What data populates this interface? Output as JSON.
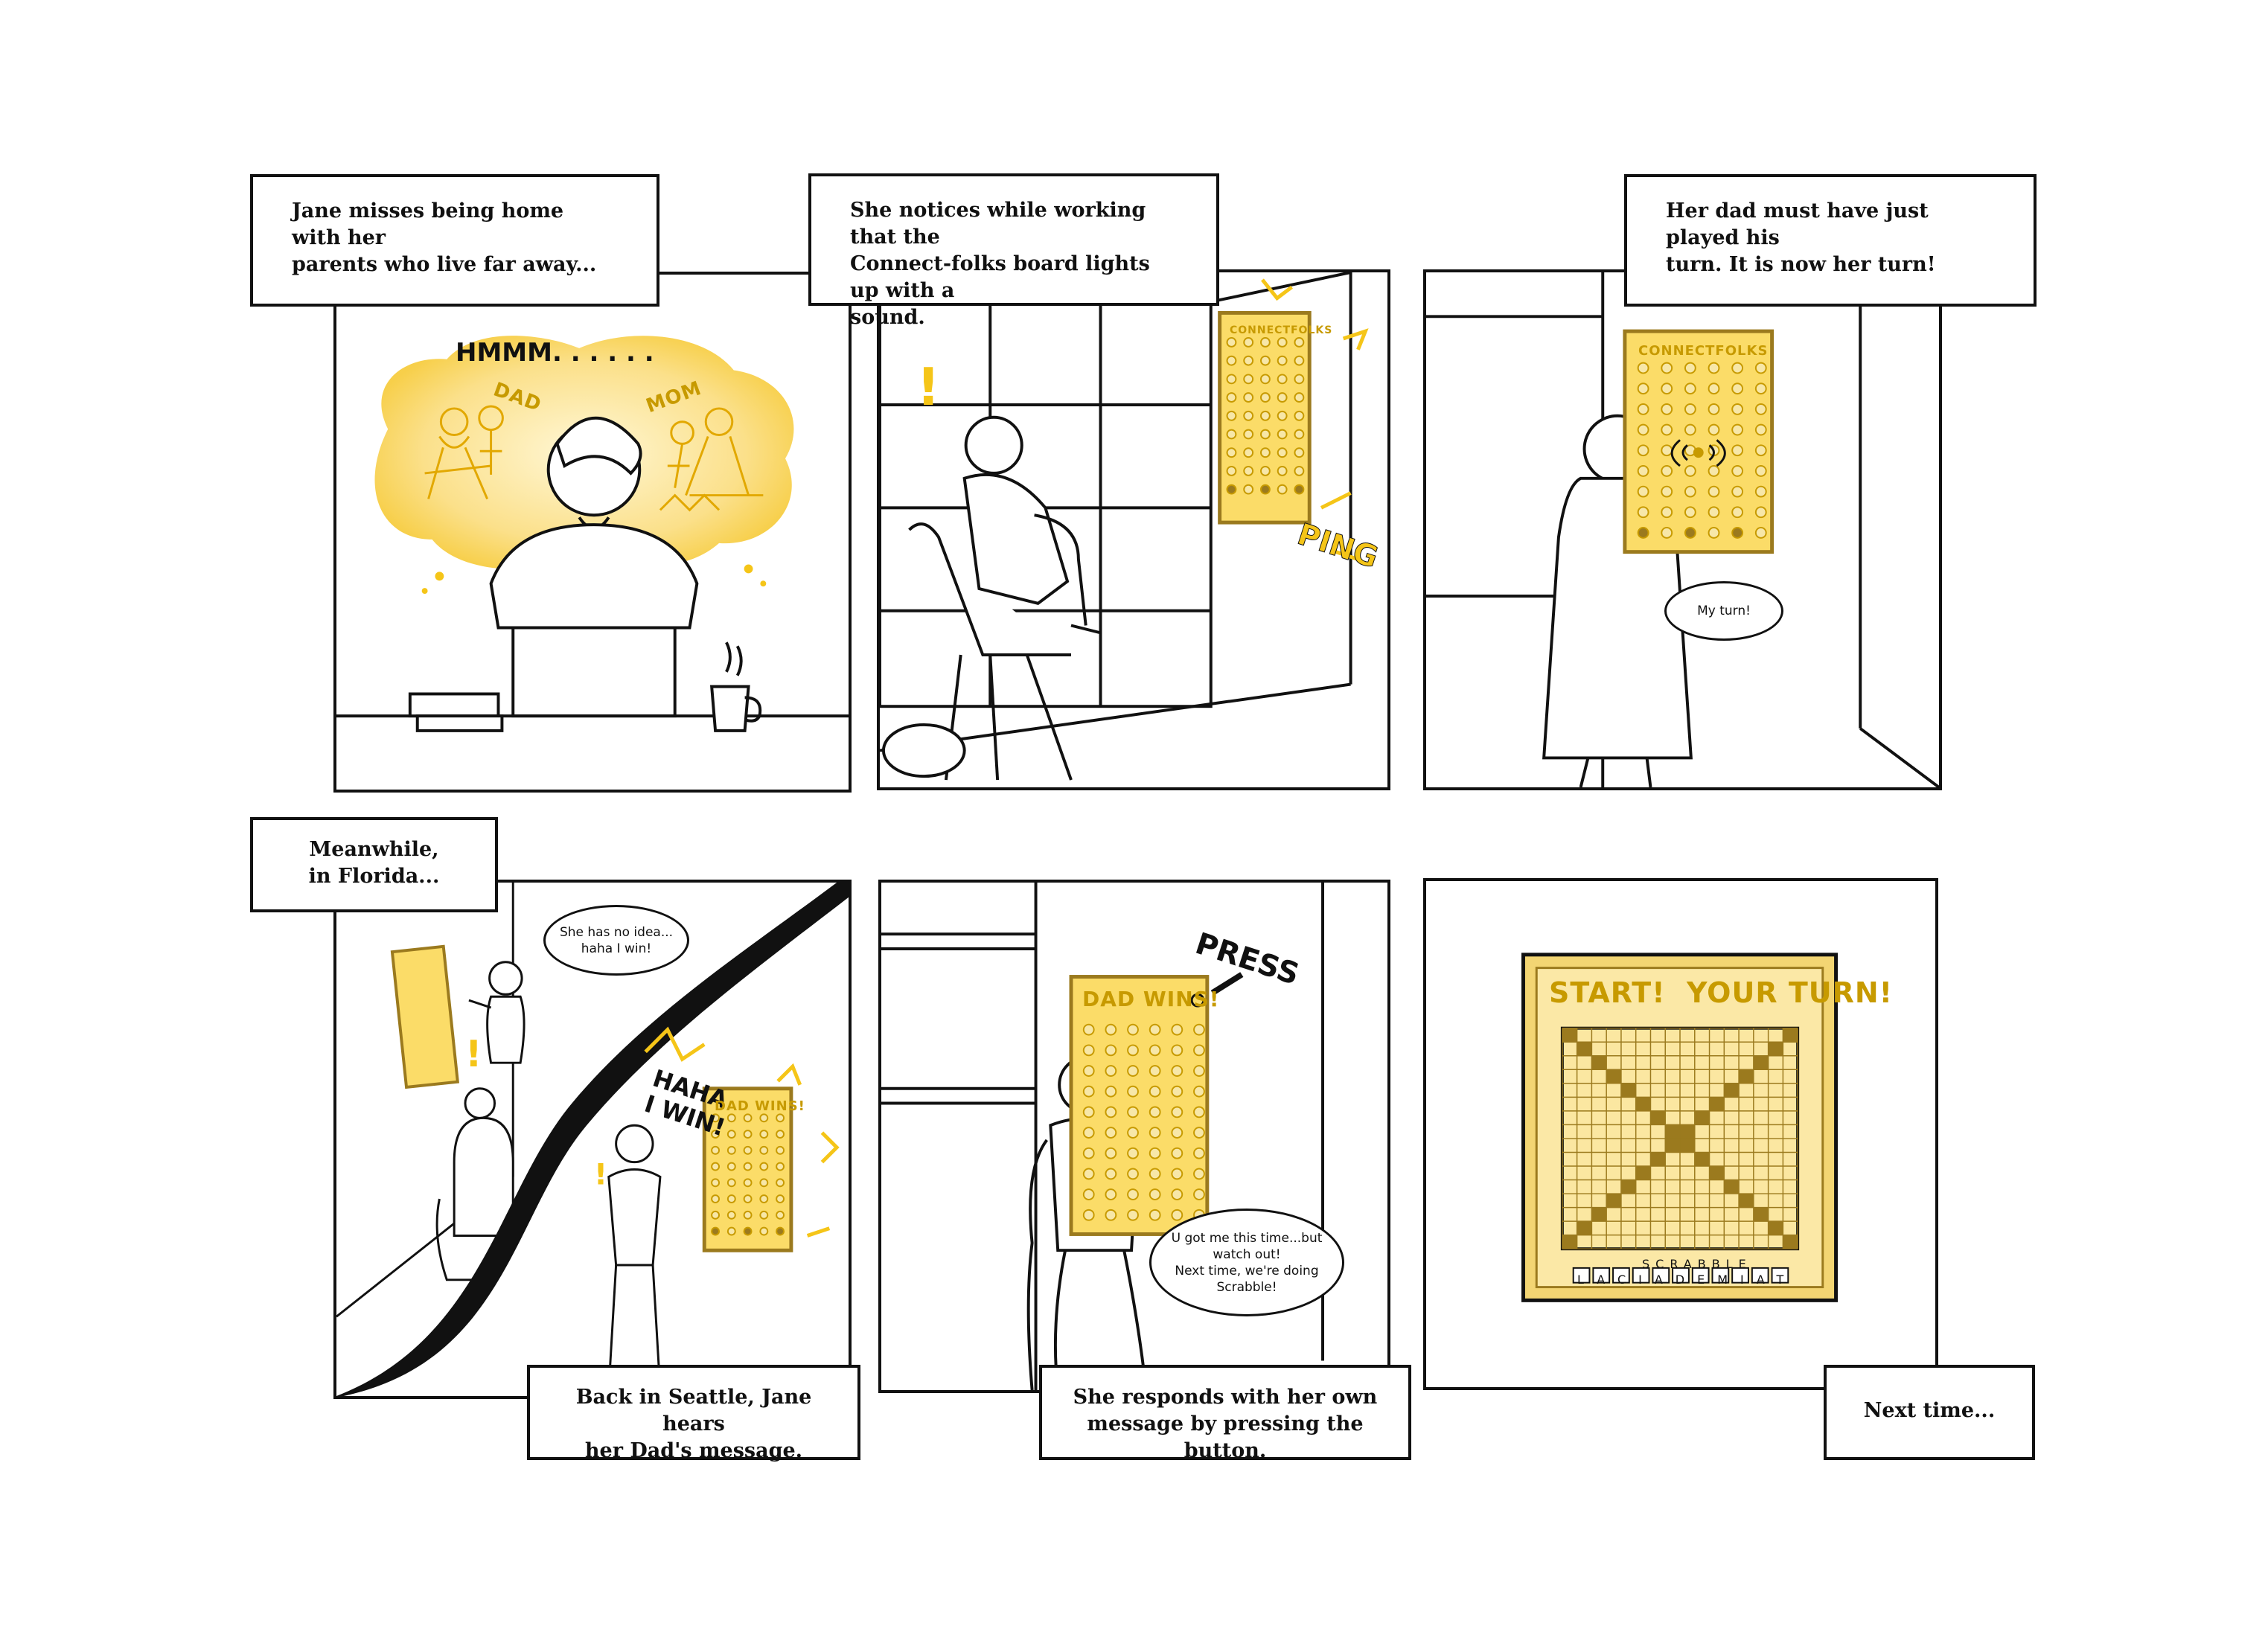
{
  "colors": {
    "ink": "#111111",
    "accent_yellow": "#f5c518",
    "pale_yellow": "#fbe7a1",
    "board_brown": "#9b7a1e"
  },
  "panels": [
    {
      "caption": "Jane misses being home with her\nparents who live far away...",
      "sfx": "HMMM. . . . . .",
      "labels": [
        "DAD",
        "MOM"
      ]
    },
    {
      "caption": "She notices while working that  the\nConnect-folks board lights up with a\nsound.",
      "board_title": "CONNECTFOLKS",
      "sfx": "PING"
    },
    {
      "caption": "Her dad must have just played his\nturn. It is now her turn!",
      "board_title": "CONNECTFOLKS",
      "bubble": "My turn!"
    },
    {
      "caption": "Meanwhile,\nin Florida...",
      "caption2": "Back in Seattle, Jane hears\nher Dad's message.",
      "bubble": "She has no idea...\nhaha I win!",
      "sfx": "HAHA\nI WIN!",
      "board_title": "DAD WINS!"
    },
    {
      "caption": "She responds with her own\nmessage by pressing the button.",
      "board_title": "DAD WINS!",
      "sfx": "PRESS",
      "bubble": "U got me this time...but watch out!\nNext time, we're doing Scrabble!"
    },
    {
      "caption": "Next time...",
      "board_title": "START!  YOUR TURN!",
      "board_label": "SCRABBLE",
      "tiles": "LACIADEMIAT"
    }
  ]
}
